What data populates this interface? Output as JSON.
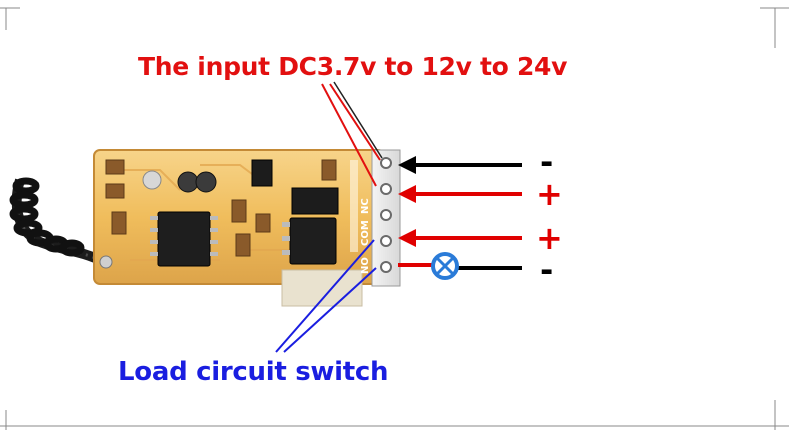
{
  "annotations": {
    "input_label": "The input DC3.7v to 12v to 24v",
    "load_label": "Load circuit switch"
  },
  "pcb": {
    "terminal_labels": [
      "NC",
      "COM",
      "NO"
    ]
  },
  "terminals": [
    {
      "sign": "-",
      "wire_color": "#000000"
    },
    {
      "sign": "+",
      "wire_color": "#e00000"
    },
    {
      "sign": "+",
      "wire_color": "#e00000"
    },
    {
      "sign": "-",
      "wire_color": "#000000"
    }
  ],
  "colors": {
    "input_annotation": "#e21010",
    "load_annotation": "#1a1ee0",
    "pcb_board": "#f2c16a",
    "load_lamp": "#2a7bd8"
  },
  "icons": [
    "load-lamp-icon"
  ]
}
